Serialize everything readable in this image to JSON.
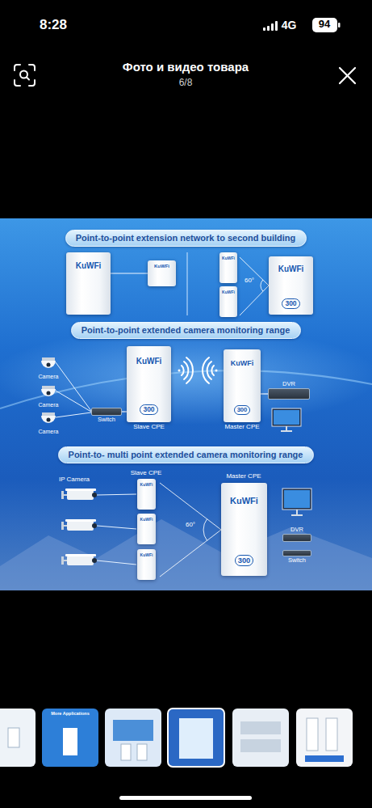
{
  "diagram": {
    "nodes": [
      {
        "text": [
          "Point-to-point extension network to second building"
        ]
      },
      {
        "text": [
          "KuWFi"
        ]
      },
      {
        "text": [
          "KuWFi"
        ]
      },
      {
        "text": [
          "KuWFi"
        ]
      },
      {
        "text": [
          "KuWFi"
        ]
      },
      {
        "text": [
          "KuWFi",
          "300"
        ]
      },
      {
        "text": [
          "Point-to-point extended camera monitoring range"
        ]
      },
      {
        "text": [
          "Switch"
        ]
      },
      {
        "text": [
          "KuWFi",
          "300",
          "Slave CPE"
        ]
      },
      {
        "text": [
          "KuWFi",
          "300",
          "Master CPE"
        ]
      },
      {
        "text": [
          "DVR"
        ]
      },
      {
        "text": [
          "Point-to- multi point extended camera monitoring range"
        ]
      },
      {
        "text": [
          "KuWFi"
        ]
      },
      {
        "text": [
          "KuWFi"
        ]
      },
      {
        "text": [
          "KuWFi"
        ]
      },
      {
        "text": [
          "KuWFi",
          "300"
        ]
      },
      {
        "text": [
          "DVR"
        ]
      },
      {
        "text": [
          "Switch"
        ]
      }
    ],
    "edges": [
      {
        "from": 1,
        "to": 2,
        "arrow": "none"
      },
      {
        "from": 7,
        "to": 8,
        "arrow": "none"
      },
      {
        "from": 9,
        "to": 10,
        "arrow": "none"
      }
    ],
    "labels": [
      "8:28",
      "4G",
      "94",
      "Фото и видео товара",
      "6/8",
      "60°",
      "Camera",
      "Camera",
      "Camera",
      "IP Camera",
      "Slave CPE",
      "Master CPE",
      "60°",
      "More Applications"
    ]
  }
}
